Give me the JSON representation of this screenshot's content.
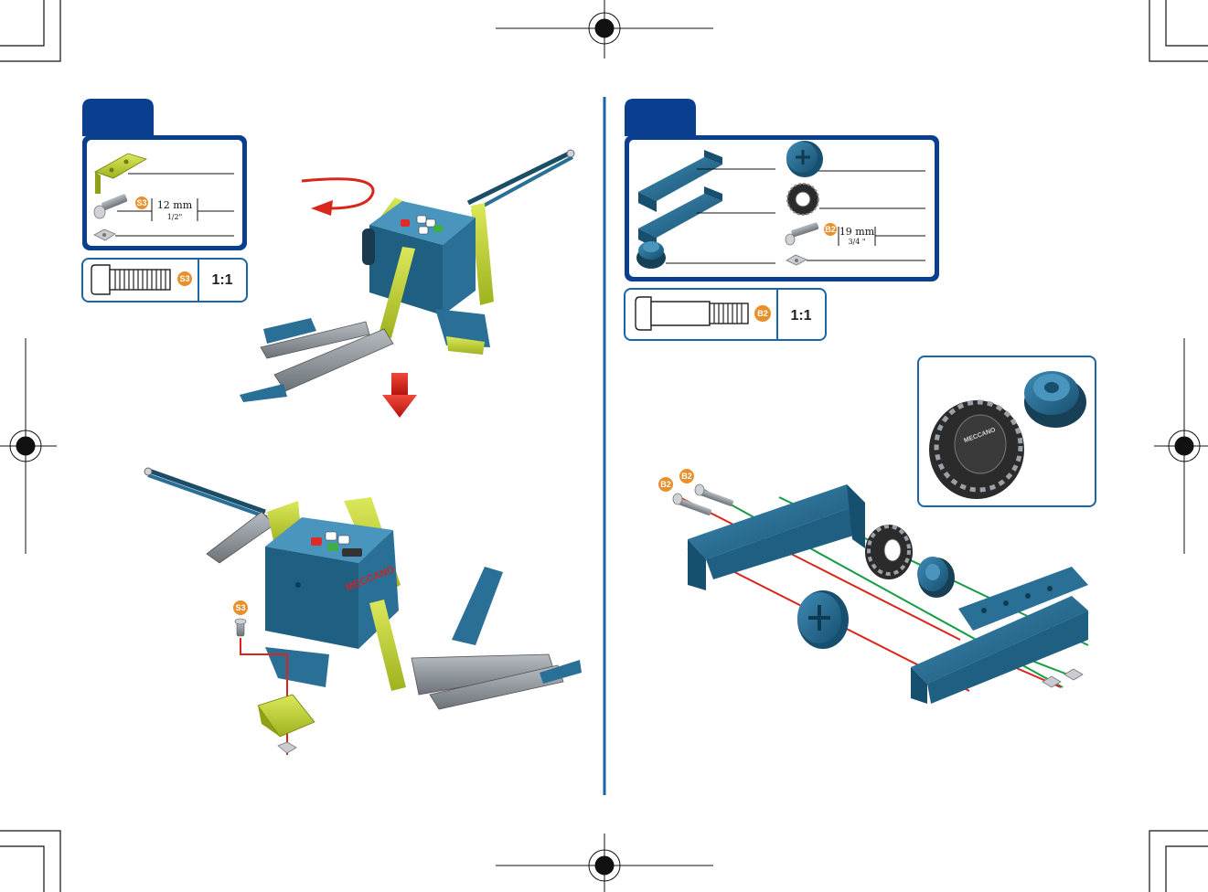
{
  "left_step": {
    "parts": [
      {
        "name": "bracket",
        "icon": "yellow-flat-bracket-icon"
      },
      {
        "name": "screw",
        "icon": "screw-icon",
        "code": "S3",
        "length_mm": "12 mm",
        "length_in": "1/2\""
      },
      {
        "name": "nut",
        "icon": "nut-icon"
      }
    ],
    "scale": {
      "code": "S3",
      "ratio": "1:1"
    },
    "assembly_code": "S3",
    "brand_text": "MECCANO"
  },
  "right_step": {
    "parts": [
      {
        "name": "blue-plate-long",
        "icon": "blue-girder-icon"
      },
      {
        "name": "blue-plate-short",
        "icon": "blue-girder-icon"
      },
      {
        "name": "blue-hub",
        "icon": "spool-icon"
      },
      {
        "name": "blue-wheel",
        "icon": "wheel-icon"
      },
      {
        "name": "tire",
        "icon": "tire-icon"
      },
      {
        "name": "screw",
        "icon": "screw-icon",
        "code": "B2",
        "length_mm": "19 mm",
        "length_in": "3/4 \""
      },
      {
        "name": "nut",
        "icon": "nut-icon"
      }
    ],
    "scale": {
      "code": "B2",
      "ratio": "1:1"
    },
    "assembly_codes": [
      "B2",
      "B2"
    ],
    "tire_text": "MECCANO"
  },
  "colors": {
    "brand_blue": "#0a3f8f",
    "part_blue": "#2a6f96",
    "highlight_yellow": "#c4d63a",
    "code_orange": "#e8912c",
    "arrow_red": "#d9261c",
    "guide_green": "#169c45"
  }
}
